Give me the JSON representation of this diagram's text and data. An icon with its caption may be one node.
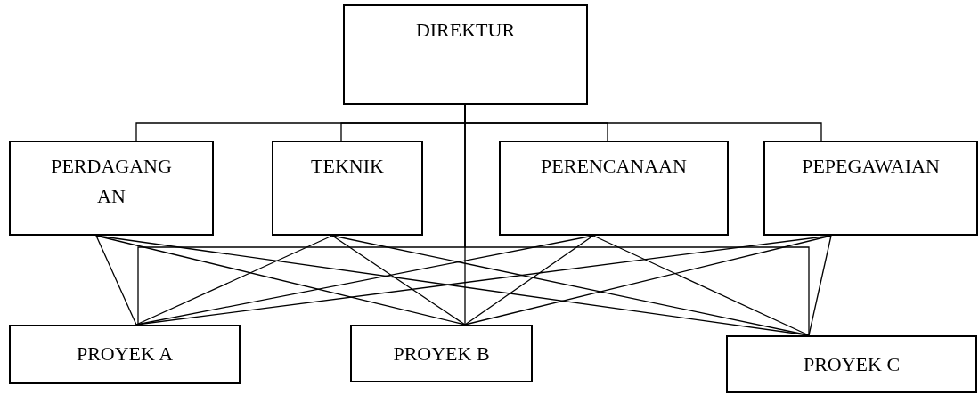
{
  "diagram": {
    "nodes": [
      {
        "text": [
          "DIREKTUR"
        ]
      },
      {
        "text": [
          "PERDAGANGAN"
        ]
      },
      {
        "text": [
          "TEKNIK"
        ]
      },
      {
        "text": [
          "PERENCANAAN"
        ]
      },
      {
        "text": [
          "PEPEGAWAIAN"
        ]
      },
      {
        "text": [
          "PROYEK A"
        ]
      },
      {
        "text": [
          "PROYEK B"
        ]
      },
      {
        "text": [
          "PROYEK C"
        ]
      }
    ],
    "edges": [
      {
        "from": 0,
        "to": 1,
        "arrow": "none"
      },
      {
        "from": 0,
        "to": 2,
        "arrow": "none"
      },
      {
        "from": 0,
        "to": 3,
        "arrow": "none"
      },
      {
        "from": 0,
        "to": 4,
        "arrow": "none"
      },
      {
        "from": 0,
        "to": 5,
        "arrow": "none"
      },
      {
        "from": 0,
        "to": 6,
        "arrow": "none"
      },
      {
        "from": 0,
        "to": 7,
        "arrow": "none"
      },
      {
        "from": 1,
        "to": 5,
        "arrow": "none"
      },
      {
        "from": 1,
        "to": 6,
        "arrow": "none"
      },
      {
        "from": 1,
        "to": 7,
        "arrow": "none"
      },
      {
        "from": 2,
        "to": 5,
        "arrow": "none"
      },
      {
        "from": 2,
        "to": 6,
        "arrow": "none"
      },
      {
        "from": 2,
        "to": 7,
        "arrow": "none"
      },
      {
        "from": 3,
        "to": 5,
        "arrow": "none"
      },
      {
        "from": 3,
        "to": 6,
        "arrow": "none"
      },
      {
        "from": 3,
        "to": 7,
        "arrow": "none"
      },
      {
        "from": 4,
        "to": 5,
        "arrow": "none"
      },
      {
        "from": 4,
        "to": 6,
        "arrow": "none"
      },
      {
        "from": 4,
        "to": 7,
        "arrow": "none"
      }
    ]
  }
}
